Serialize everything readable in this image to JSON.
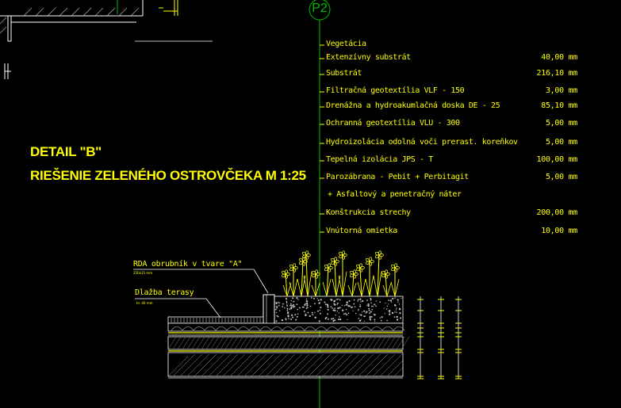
{
  "detail": {
    "title": "DETAIL \"B\"",
    "subtitle": "RIEŠENIE ZELENÉHO OSTROVČEKA   M 1:25"
  },
  "axis_marker": "P2",
  "layers": [
    {
      "label": "Vegetácia",
      "value": ""
    },
    {
      "label": "Extenzívny substrát",
      "value": "40,00 mm"
    },
    {
      "label": "Substrát",
      "value": "216,10 mm"
    },
    {
      "label": "Filtračná geotextília VLF - 150",
      "value": "3,00 mm"
    },
    {
      "label": "Drenážna a hydroakumlačná doska DE - 25",
      "value": "85,10 mm"
    },
    {
      "label": "Ochranná geotextília VLU - 300",
      "value": "5,00 mm"
    },
    {
      "label": "Hydroizolácia odolná voči prerast. koreňkov",
      "value": "5,00 mm"
    },
    {
      "label": "Tepelná izolácia JPS - T",
      "value": "100,00 mm"
    },
    {
      "label": "Parozábrana - Pebit + Perbitagit",
      "value": "5,00 mm"
    },
    {
      "label": "+ Asfaltový a penetračný náter",
      "value": ""
    },
    {
      "label": "Konštrukcia strechy",
      "value": "200,00 mm"
    },
    {
      "label": "Vnútorná omietka",
      "value": "10,00 mm"
    }
  ],
  "callouts": {
    "curb_label": "RDA obrubník v tvare \"A\"",
    "curb_note": "250x15 mm",
    "paving_label": "Dlažba terasy",
    "paving_note": "hr. 40 mm"
  },
  "colors": {
    "background": "#000000",
    "annotation": "#ffff00",
    "axis": "#00c000",
    "section": "#c0c0c0"
  }
}
